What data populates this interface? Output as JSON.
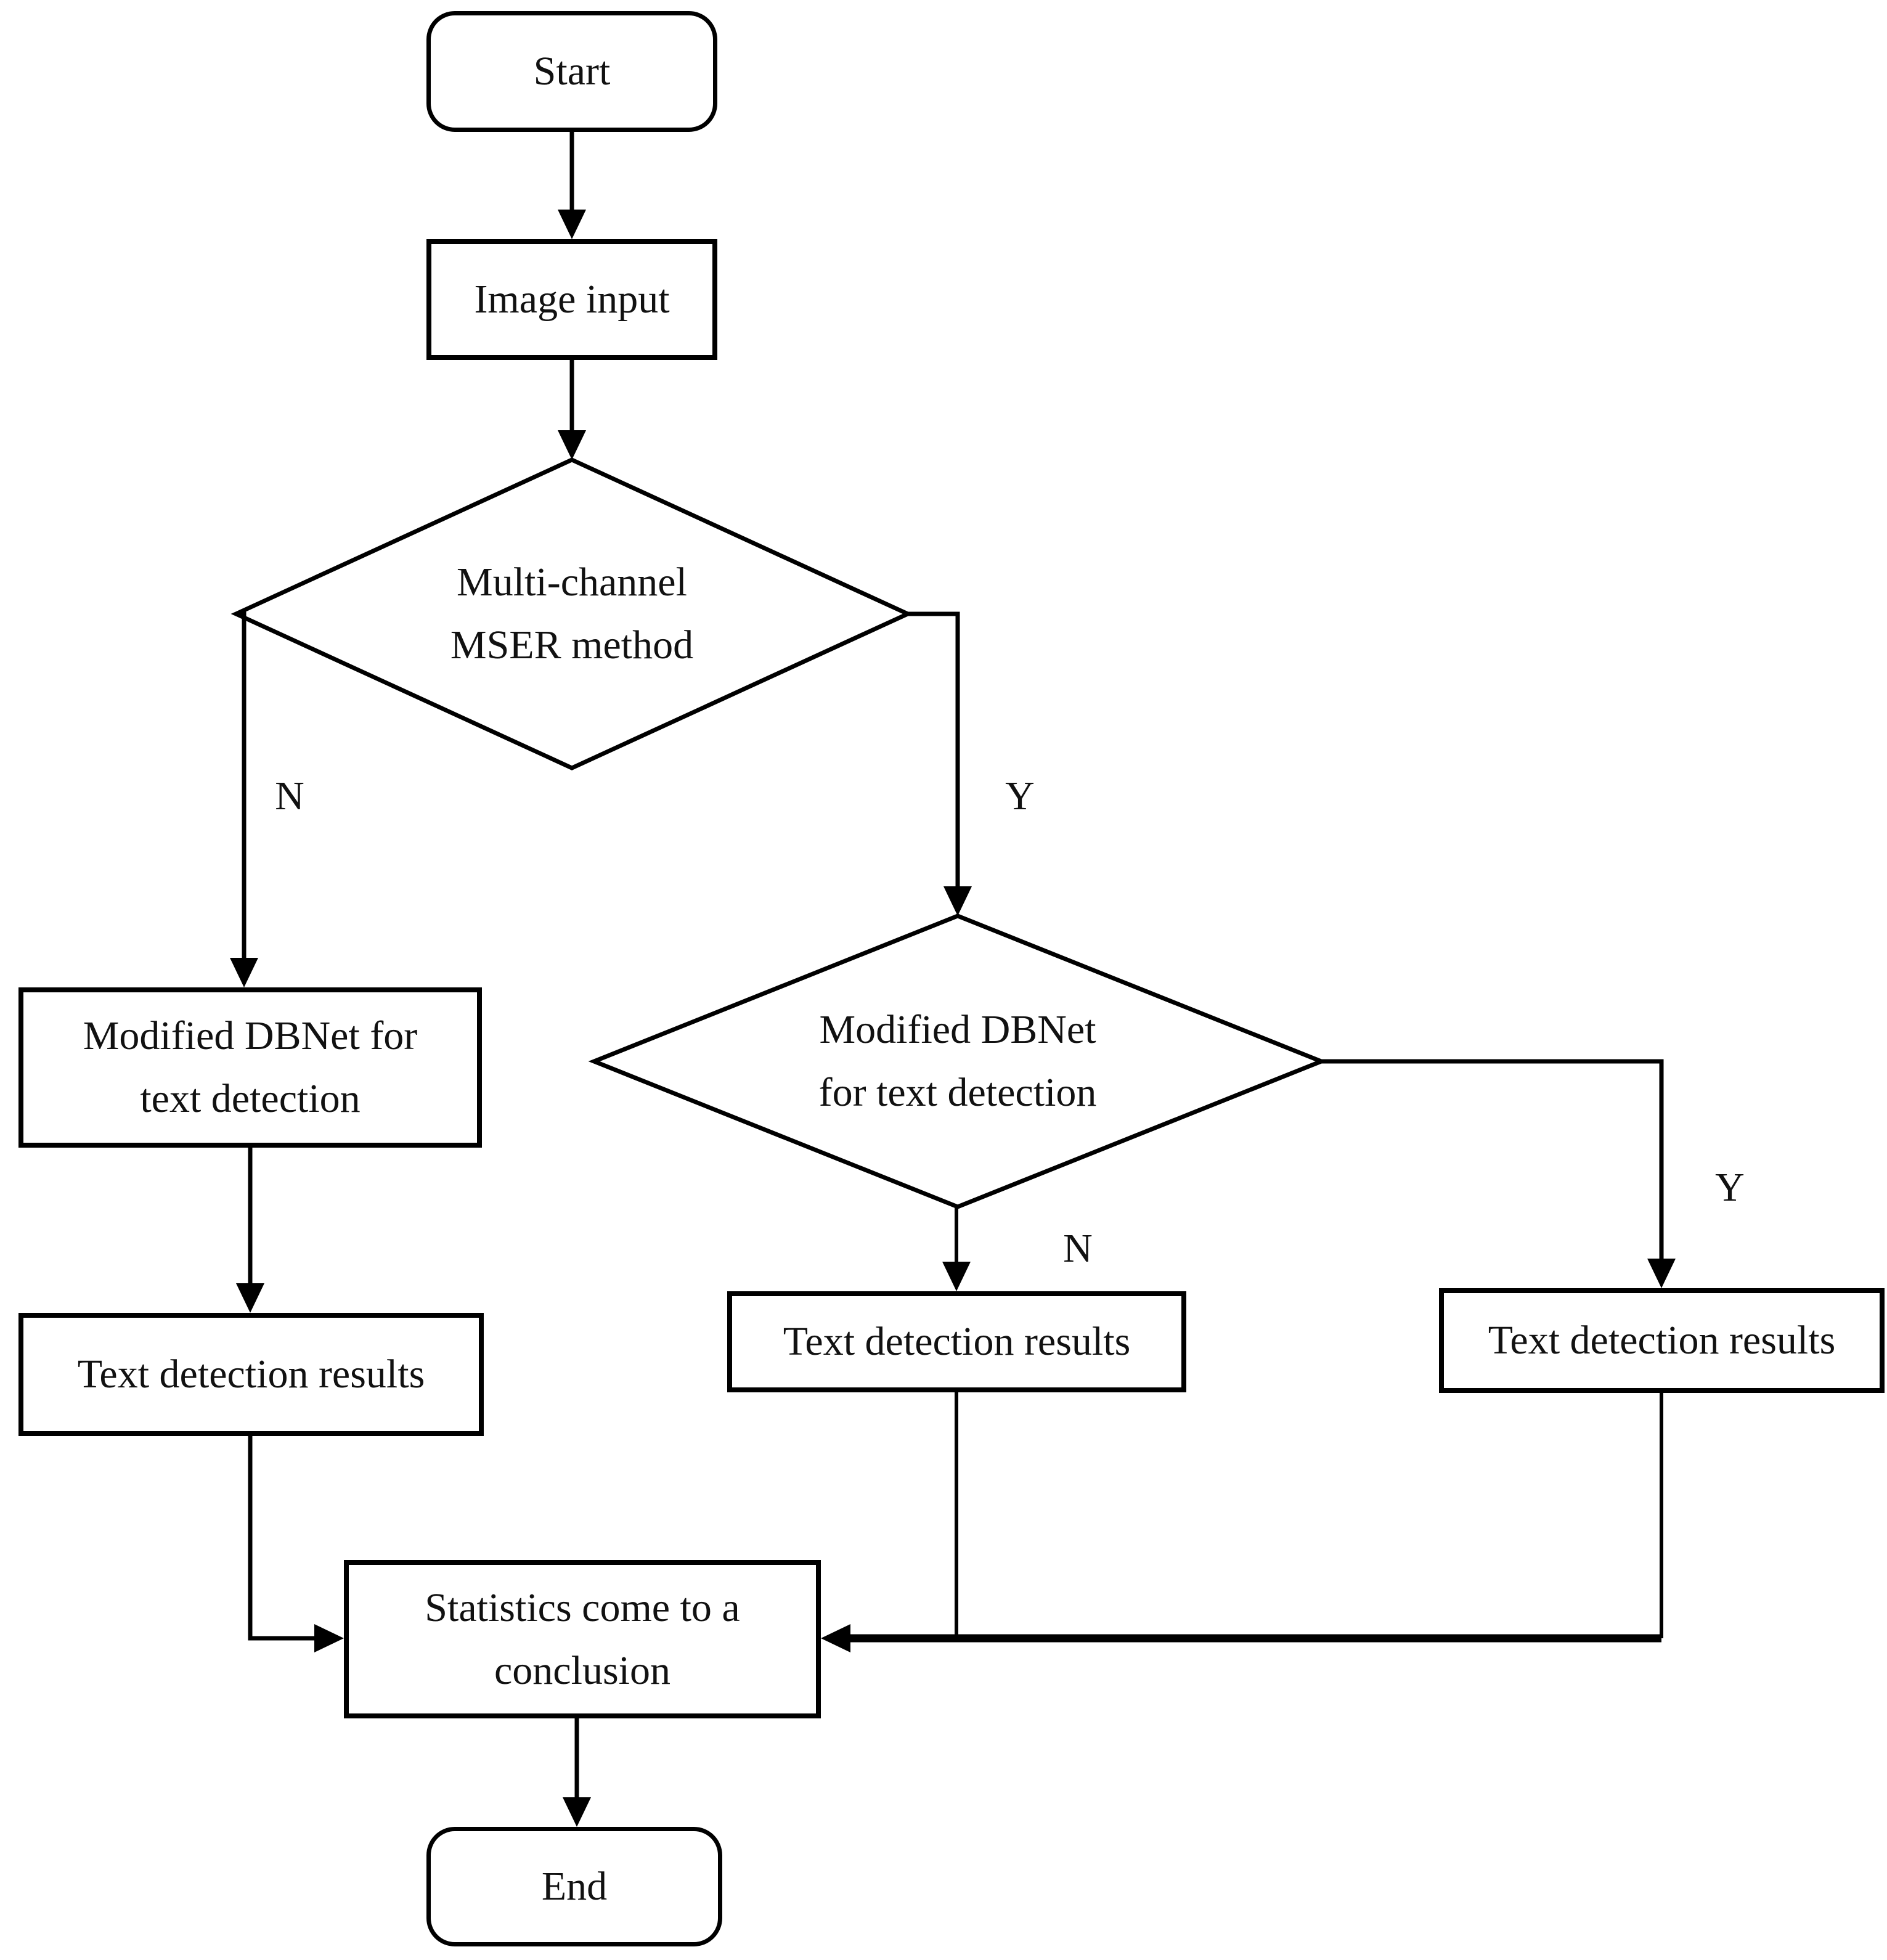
{
  "diagram": {
    "type": "flowchart",
    "colors": {
      "background": "#ffffff",
      "stroke": "#000000",
      "text": "#111111"
    },
    "nodes": {
      "start": "Start",
      "image_input": "Image input",
      "decision_mser": {
        "line1": "Multi-channel",
        "line2": "MSER method"
      },
      "process_dbnet": {
        "line1": "Modified DBNet for",
        "line2": "text detection"
      },
      "decision_dbnet": {
        "line1": "Modified DBNet",
        "line2": "for text detection"
      },
      "results_left": "Text detection results",
      "results_middle": "Text detection results",
      "results_right": "Text detection results",
      "statistics": {
        "line1": "Statistics come to a",
        "line2": "conclusion"
      },
      "end": "End"
    },
    "edge_labels": {
      "mser_no": "N",
      "mser_yes": "Y",
      "dbnet_no": "N",
      "dbnet_yes": "Y"
    }
  }
}
